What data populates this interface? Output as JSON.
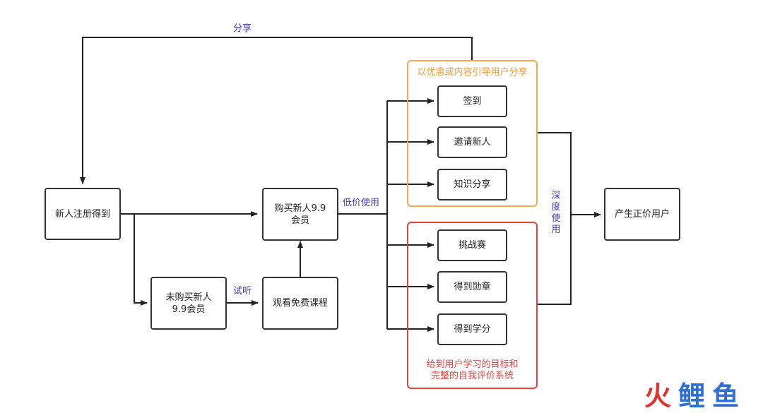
{
  "nodes": {
    "register": "新人注册得到",
    "buy_new": "购买新人9.9\n会员",
    "not_buy": "未购买新人\n9.9会员",
    "free_course": "观看免费课程",
    "checkin": "签到",
    "invite": "邀请新人",
    "knowledge_share": "知识分享",
    "challenge": "挑战赛",
    "badge": "得到勋章",
    "credit": "得到学分",
    "paid_user": "产生正价用户"
  },
  "groups": {
    "share_group": "以优惠或内容引导用户分享",
    "goal_group": "给到用户学习的目标和\n完整的自我评价系统"
  },
  "edges": {
    "share": "分享",
    "low_price": "低价使用",
    "trial": "试听",
    "deep_use": "深度使用"
  },
  "colors": {
    "share_group_border": "#f5a94a",
    "goal_group_border": "#e8413c",
    "edge_label": "#3b3bb8",
    "logo_red": "#e2322c",
    "logo_blue": "#2f6fd1"
  },
  "watermark": {
    "char1": "火",
    "char2": "鲤",
    "char3": "鱼"
  }
}
